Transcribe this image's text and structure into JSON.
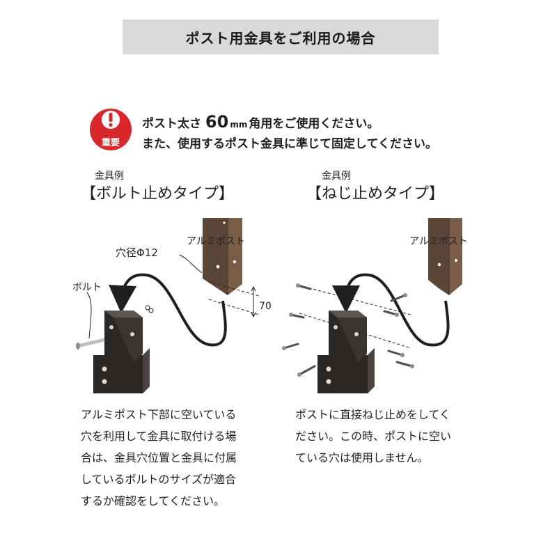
{
  "header": {
    "title": "ポスト用金具をご利用の場合"
  },
  "notice": {
    "badge": "重要",
    "line1_prefix": "ポスト太さ",
    "line1_size": "60",
    "line1_unit": "mm",
    "line1_suffix": "角用をご使用ください。",
    "line2": "また、使用するポスト金具に準じて固定してください。"
  },
  "left_panel": {
    "example_label": "金具例",
    "title": "【ボルト止めタイプ】",
    "callouts": {
      "aluminum_post": "アルミポスト",
      "hole_diameter": "穴径Φ12",
      "bolt": "ボルト",
      "dimension": "70"
    },
    "description": [
      "アルミポスト下部に空いている",
      "穴を利用して金具に取付ける場",
      "合は、金具穴位置と金具に付属",
      "しているボルトのサイズが適合",
      "するか確認をしてください。"
    ]
  },
  "right_panel": {
    "example_label": "金具例",
    "title": "【ねじ止めタイプ】",
    "callouts": {
      "aluminum_post": "アルミポスト"
    },
    "description": [
      "ポストに直接ねじ止めをしてく",
      "ださい。この時、ポストに空い",
      "ている穴は使用しません。"
    ]
  },
  "colors": {
    "header_bg": "#d9d9d9",
    "important_red": "#d8282b",
    "post_brown": "#5a4536",
    "bracket_dark": "#2b2725"
  }
}
